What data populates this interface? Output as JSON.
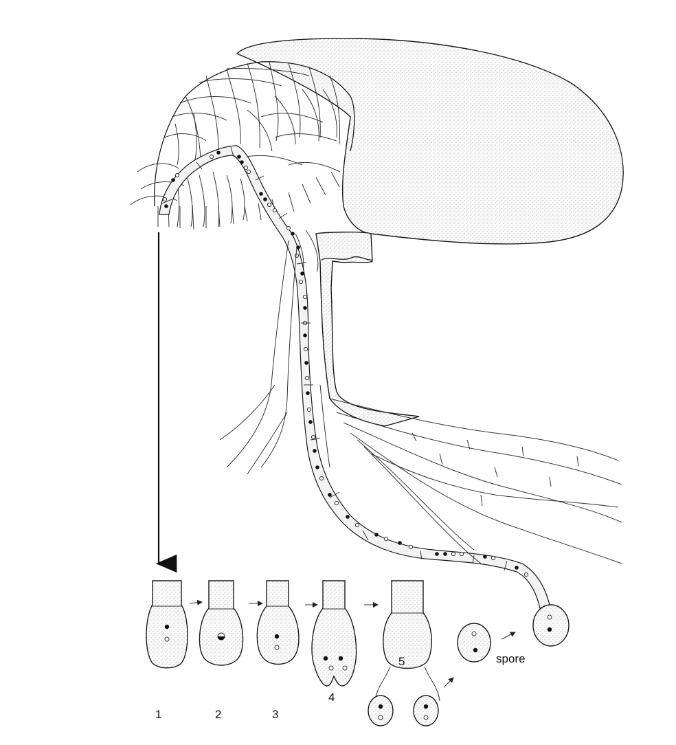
{
  "labels": {
    "stage_1": "1",
    "stage_2": "2",
    "stage_3": "3",
    "stage_4": "4",
    "stage_5": "5",
    "spore": "spore"
  },
  "colors": {
    "ink": "#1a1a1a",
    "paper": "#ffffff",
    "stipple": "#9a9a9a"
  }
}
